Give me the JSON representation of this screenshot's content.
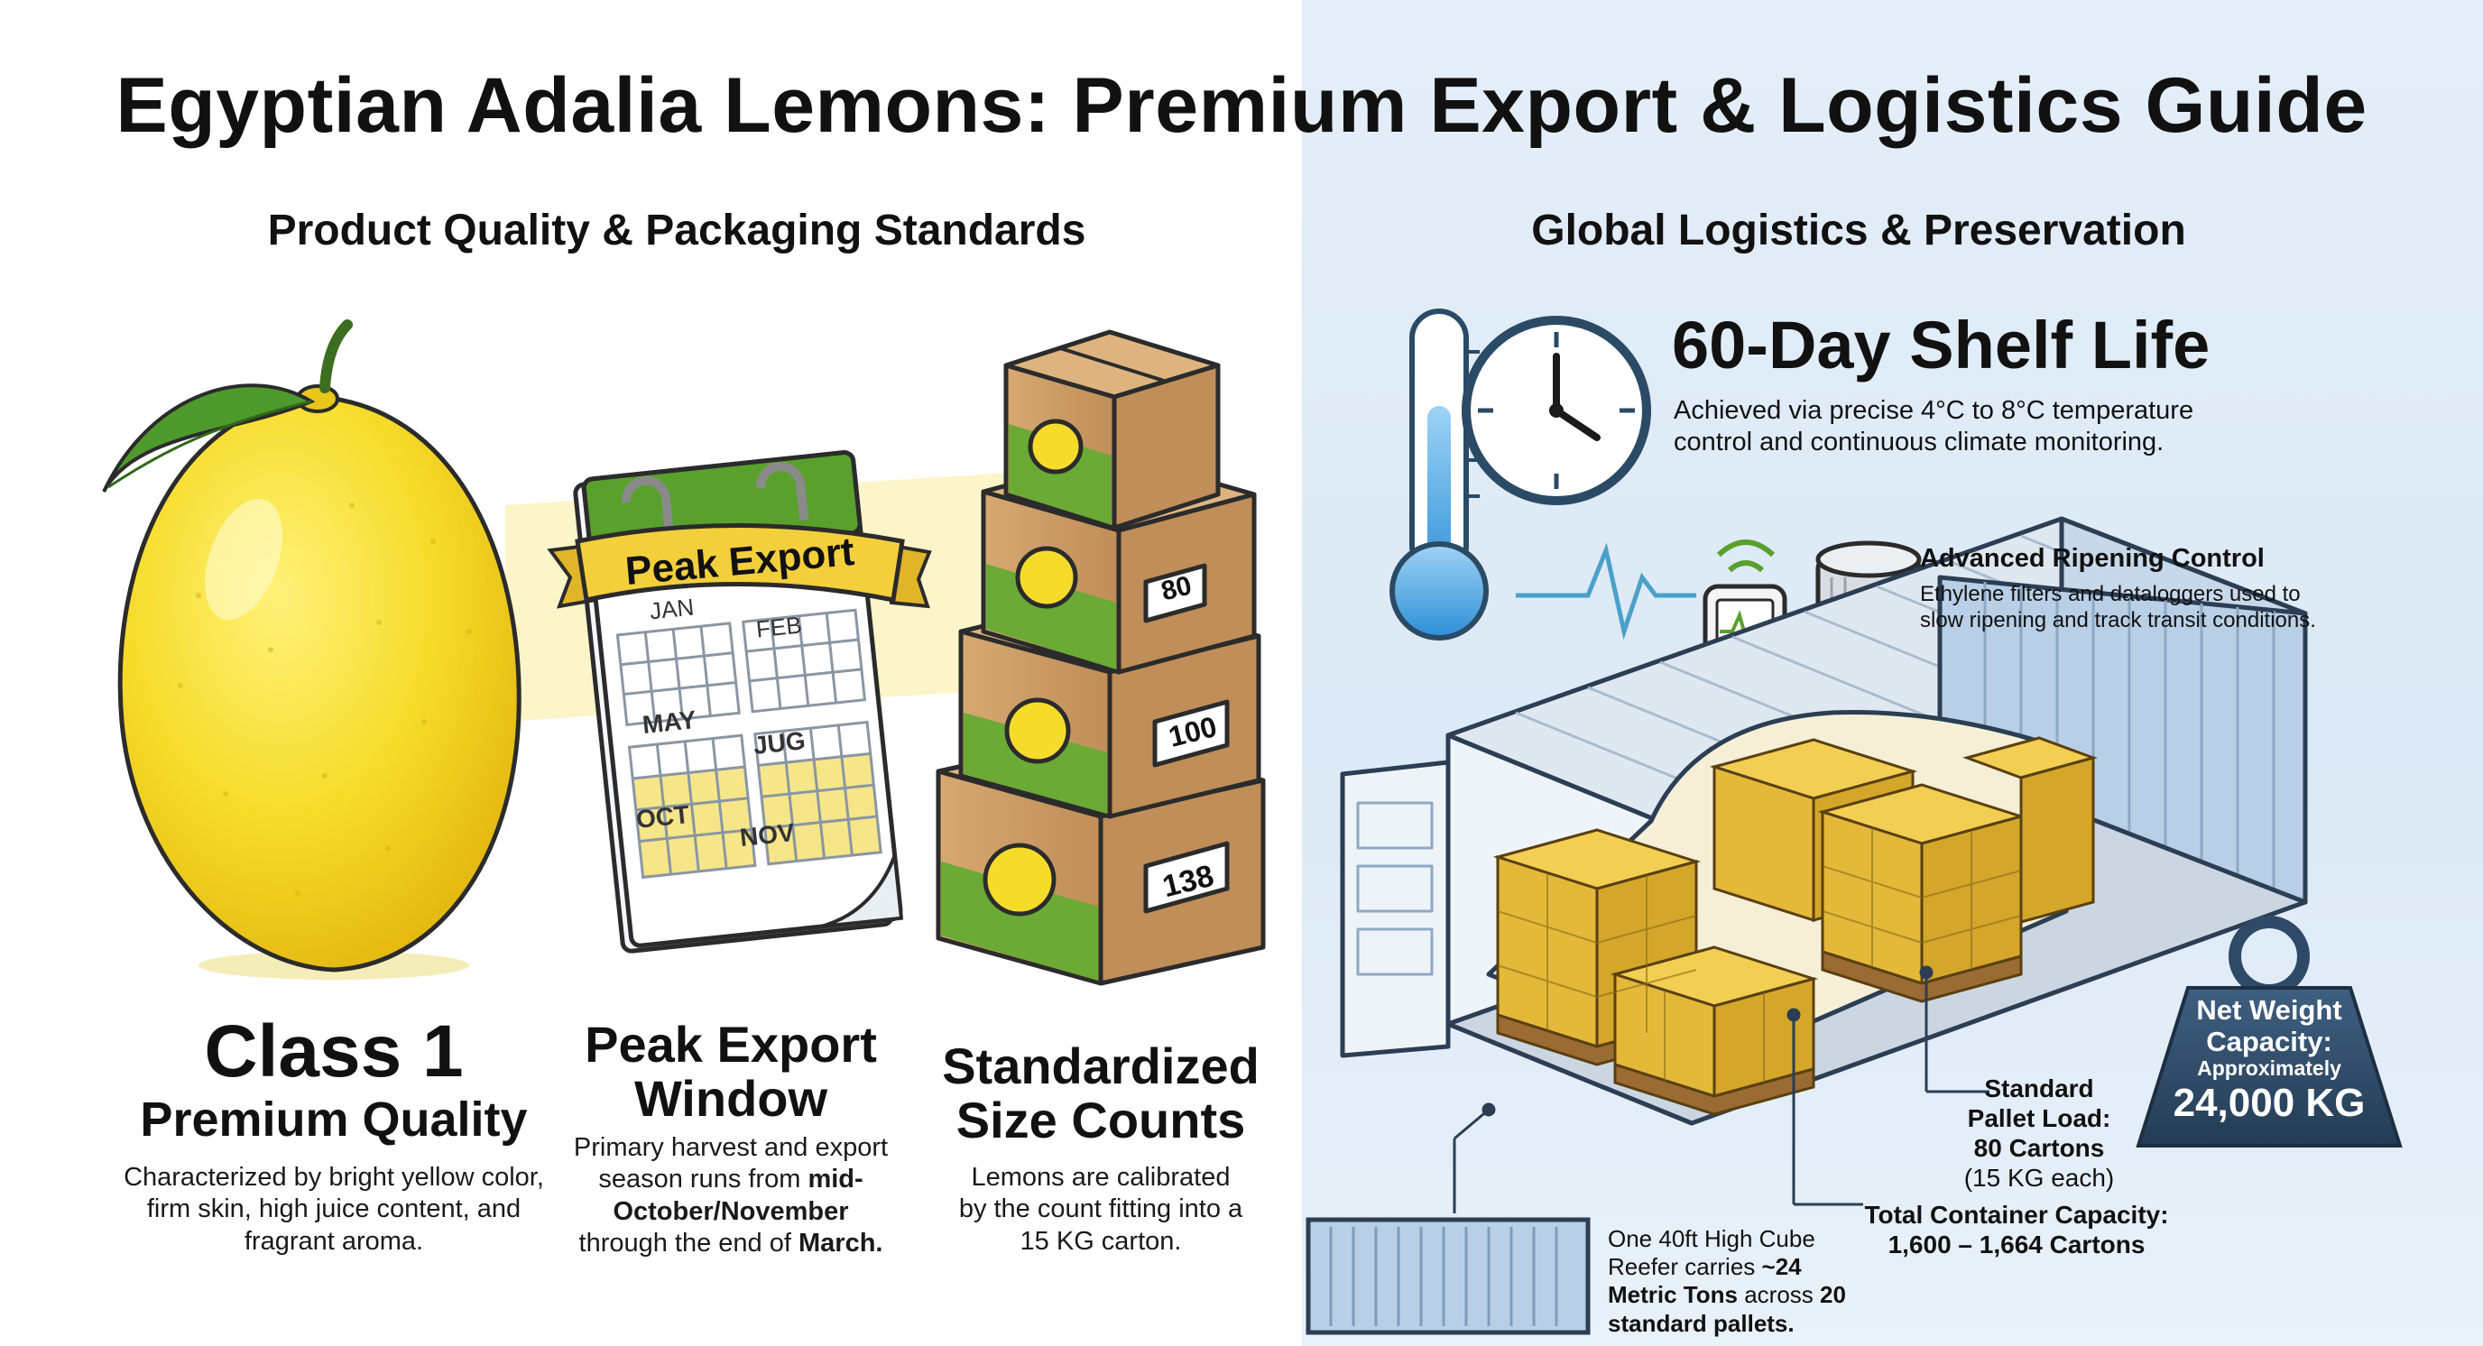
{
  "title": "Egyptian Adalia Lemons: Premium Export & Logistics Guide",
  "left_section": {
    "heading": "Product Quality & Packaging Standards",
    "quality": {
      "line1": "Class 1",
      "line2": "Premium Quality",
      "desc": "Characterized by bright yellow color, firm skin, high juice content, and fragrant aroma."
    },
    "calendar": {
      "banner": "Peak Export",
      "months": [
        "JAN",
        "FEB",
        "MAY",
        "JUG",
        "OCT",
        "NOV"
      ]
    },
    "window": {
      "line1": "Peak Export",
      "line2": "Window",
      "desc_pre": "Primary harvest and export season runs from",
      "desc_bold1": "mid-October/November",
      "desc_mid": "through the end of",
      "desc_bold2": "March."
    },
    "boxes": {
      "counts": [
        "80",
        "100",
        "138"
      ]
    },
    "sizes": {
      "line1": "Standardized",
      "line2": "Size Counts",
      "desc": "Lemons are calibrated by the count fitting into a 15 KG carton."
    }
  },
  "right_section": {
    "heading": "Global Logistics & Preservation",
    "shelf": {
      "title": "60-Day Shelf Life",
      "desc": "Achieved via precise 4°C to 8°C temperature control and continuous climate monitoring."
    },
    "ripening": {
      "title": "Advanced Ripening Control",
      "desc": "Ethylene filters and dataloggers used to slow ripening and track transit conditions."
    },
    "weight": {
      "line1": "Net Weight",
      "line2": "Capacity:",
      "line3": "Approximately",
      "value": "24,000 KG"
    },
    "pallet": {
      "line1": "Standard",
      "line2": "Pallet Load:",
      "line3": "80 Cartons",
      "line4": "(15 KG each)"
    },
    "total": {
      "line1": "Total Container Capacity:",
      "line2": "1,600 – 1,664 Cartons"
    },
    "reefer": {
      "pre": "One 40ft High Cube Reefer carries",
      "bold1": "~24 Metric Tons",
      "mid": "across",
      "bold2": "20 standard pallets."
    }
  },
  "colors": {
    "lemon": "#f6dc2a",
    "leaf": "#4f9a2d",
    "box": "#c99a64",
    "box_green": "#6aaa35",
    "calendar_green": "#5aa02c",
    "container": "#b8cfe6",
    "weight": "#2e4a66"
  }
}
